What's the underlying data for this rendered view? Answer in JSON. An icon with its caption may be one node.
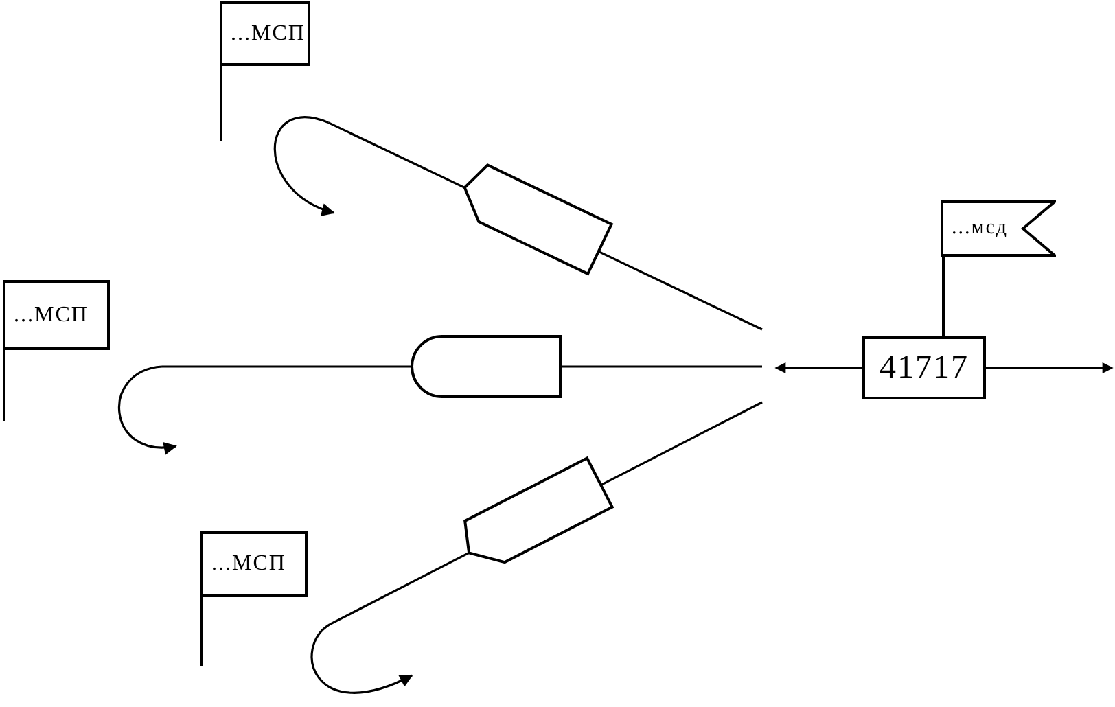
{
  "diagram": {
    "nodes": [
      {
        "text": [
          "...МСП"
        ]
      },
      {
        "text": [
          "...МСП"
        ]
      },
      {
        "text": [
          "...МСП"
        ]
      },
      {
        "text": [
          "...мсд"
        ]
      },
      {
        "text": [
          "41717"
        ]
      }
    ],
    "edges": [
      {
        "from": 4,
        "to": null,
        "arrow": "to"
      },
      {
        "from": 4,
        "to": null,
        "arrow": "to"
      },
      {
        "from": 3,
        "to": 4,
        "arrow": "none"
      }
    ]
  }
}
